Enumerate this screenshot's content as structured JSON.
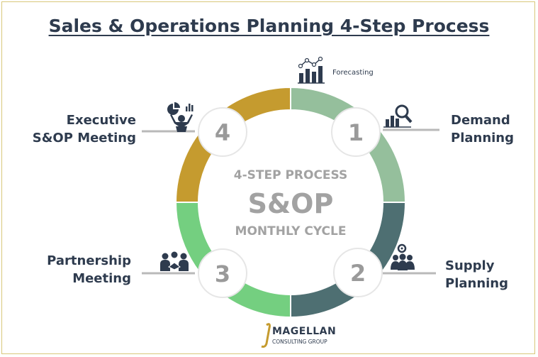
{
  "title": "Sales & Operations Planning 4-Step Process",
  "center": {
    "line1": "4-STEP PROCESS",
    "line2": "S&OP",
    "line3": "MONTHLY CYCLE"
  },
  "steps": [
    {
      "number": "1",
      "label_line1": "Demand",
      "label_line2": "Planning",
      "icon": "demand-analysis-icon"
    },
    {
      "number": "2",
      "label_line1": "Supply",
      "label_line2": "Planning",
      "icon": "team-gear-icon"
    },
    {
      "number": "3",
      "label_line1": "Partnership",
      "label_line2": "Meeting",
      "icon": "handshake-icon"
    },
    {
      "number": "4",
      "label_line1": "Executive",
      "label_line2": "S&OP Meeting",
      "icon": "executive-chart-icon"
    }
  ],
  "forecasting": {
    "label": "Forecasting",
    "icon": "forecast-chart-icon"
  },
  "logo": {
    "name": "MAGELLAN",
    "sub": "CONSULTING GROUP",
    "icon": "magellan-logo-icon"
  },
  "colors": {
    "step1": "#95bf9c",
    "step2": "#4e6f72",
    "step3": "#74cf80",
    "step4": "#c59b2f",
    "text": "#2e3b4e",
    "center_text": "#a2a2a2"
  }
}
